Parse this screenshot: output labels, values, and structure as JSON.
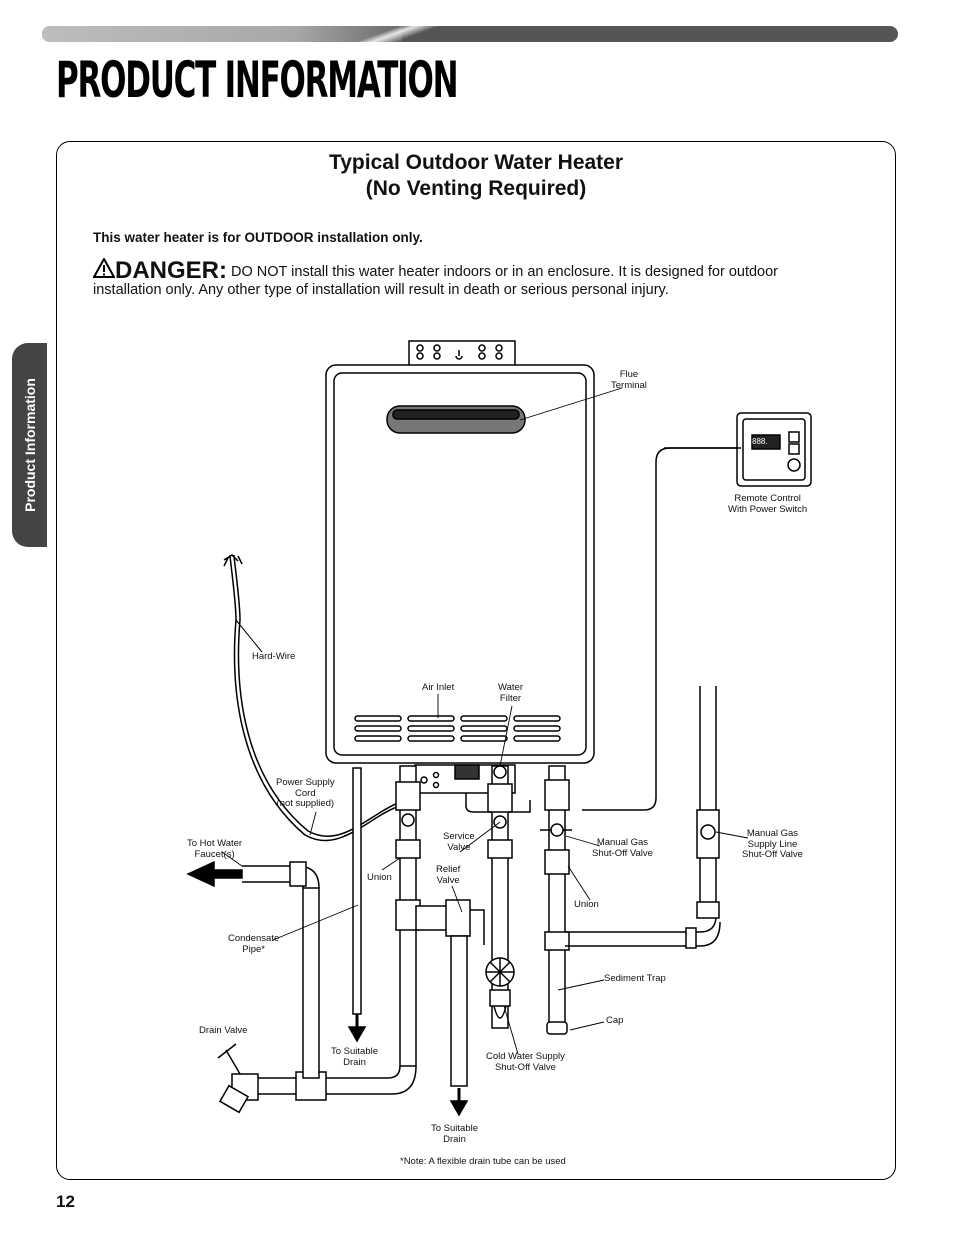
{
  "header": {
    "title": "PRODUCT INFORMATION",
    "side_tab": "Product Information"
  },
  "figure": {
    "heading_line1": "Typical Outdoor Water Heater",
    "heading_line2": "(No Venting Required)",
    "outdoor_note": "This water heater is for OUTDOOR installation only.",
    "danger_label": "DANGER:",
    "danger_text": "DO NOT install this water heater indoors or in an enclosure. It is designed for outdoor installation only. Any other type of installation will result in death or serious personal injury.",
    "labels": {
      "flue_terminal_1": "Flue",
      "flue_terminal_2": "Terminal",
      "remote_1": "Remote Control",
      "remote_2": "With Power Switch",
      "remote_display": "888.",
      "hard_wire": "Hard-Wire",
      "air_inlet": "Air Inlet",
      "water_filter_1": "Water",
      "water_filter_2": "Filter",
      "power_supply_1": "Power Supply",
      "power_supply_2": "Cord",
      "power_supply_3": "(not supplied)",
      "hot_water_1": "To Hot Water",
      "hot_water_2": "Faucet(s)",
      "service_valve_1": "Service",
      "service_valve_2": "Valve",
      "manual_gas_1": "Manual Gas",
      "manual_gas_2": "Shut-Off Valve",
      "manual_gas_line_1": "Manual Gas",
      "manual_gas_line_2": "Supply Line",
      "manual_gas_line_3": "Shut-Off Valve",
      "union_left": "Union",
      "relief_valve_1": "Relief",
      "relief_valve_2": "Valve",
      "union_right": "Union",
      "condensate_1": "Condensate",
      "condensate_2": "Pipe*",
      "sediment_trap": "Sediment Trap",
      "cap": "Cap",
      "drain_valve": "Drain Valve",
      "suitable_drain_1_a": "To Suitable",
      "suitable_drain_1_b": "Drain",
      "cold_water_1": "Cold Water Supply",
      "cold_water_2": "Shut-Off Valve",
      "suitable_drain_2_a": "To Suitable",
      "suitable_drain_2_b": "Drain",
      "footnote": "*Note: A flexible drain tube can be used"
    }
  },
  "page_number": "12"
}
